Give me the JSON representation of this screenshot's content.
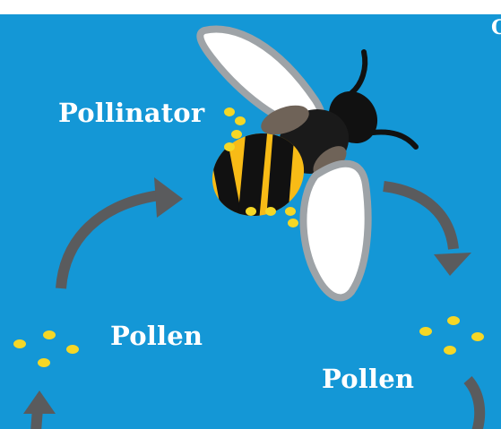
{
  "labels": {
    "pollinator": "Pollinator",
    "pollen_left": "Pollen",
    "pollen_right": "Pollen",
    "edge_glyph": "C"
  },
  "colors": {
    "background": "#1497d6",
    "arrow": "#5a5b5d",
    "pollen": "#f5d726",
    "bee_yellow": "#f8bb16",
    "bee_black": "#111111",
    "bee_brown": "#6f6358",
    "wing_fill": "#ffffff",
    "wing_edge": "#9ea3a7"
  },
  "icons": [
    "bee-icon",
    "cycle-arrow-icon",
    "pollen-dot-icon"
  ]
}
